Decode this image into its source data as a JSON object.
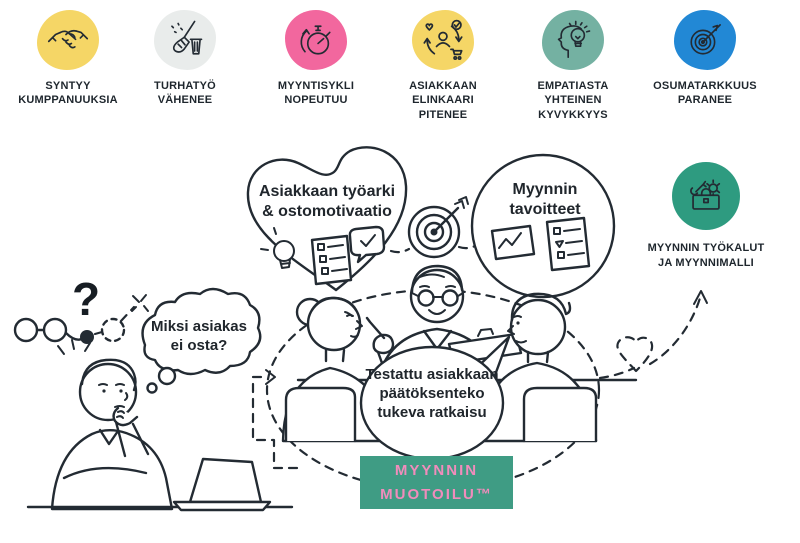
{
  "benefits": [
    {
      "label": "SYNTYY KUMPPANUUKSIA",
      "icon": "handshake-icon",
      "color": "#f5d666"
    },
    {
      "label": "TURHATYÖ VÄHENEE",
      "icon": "broom-icon",
      "color": "#e9eceb"
    },
    {
      "label": "MYYNTISYKLI NOPEUTUU",
      "icon": "stopwatch-icon",
      "color": "#f2679e"
    },
    {
      "label": "ASIAKKAAN ELINKAARI PITENEE",
      "icon": "customer-lifecycle-icon",
      "color": "#f5d666"
    },
    {
      "label": "EMPATIASTA YHTEINEN KYVYKKYYS",
      "icon": "empathy-head-icon",
      "color": "#74b1a2"
    },
    {
      "label": "OSUMATARKKUUS PARANEE",
      "icon": "bullseye-icon",
      "color": "#2288d5"
    }
  ],
  "diagram": {
    "heart_bubble_text": "Asiakkaan työarki & ostomotivaatio",
    "goals_bubble_text": "Myynnin tavoitteet",
    "thought_bubble_text": "Miksi asiakas ei osta?",
    "speech_bubble_text": "Testattu asiakkaan päätöksenteko tukeva ratkaisu",
    "question_mark": "?",
    "tools_label": "MYYNNIN TYÖKALUT JA MYYNNIMALLI",
    "tools_badge_color": "#2e9b80"
  },
  "banner": {
    "label": "MYYNNIN MUOTOILU™",
    "bg": "#3f9c84",
    "text_color": "#f18cbc"
  },
  "ink_color": "#232b33"
}
